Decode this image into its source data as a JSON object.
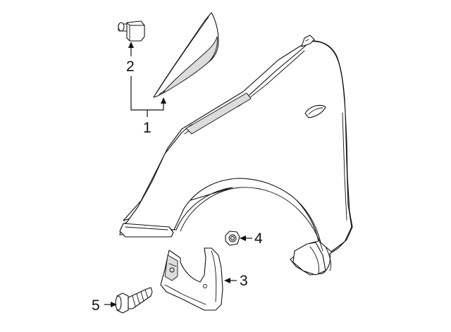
{
  "callouts": [
    {
      "id": "1",
      "label": "1"
    },
    {
      "id": "2",
      "label": "2"
    },
    {
      "id": "3",
      "label": "3"
    },
    {
      "id": "4",
      "label": "4"
    },
    {
      "id": "5",
      "label": "5"
    }
  ],
  "colors": {
    "line": "#111111",
    "background": "#ffffff",
    "shade": "#dcdcdc"
  }
}
